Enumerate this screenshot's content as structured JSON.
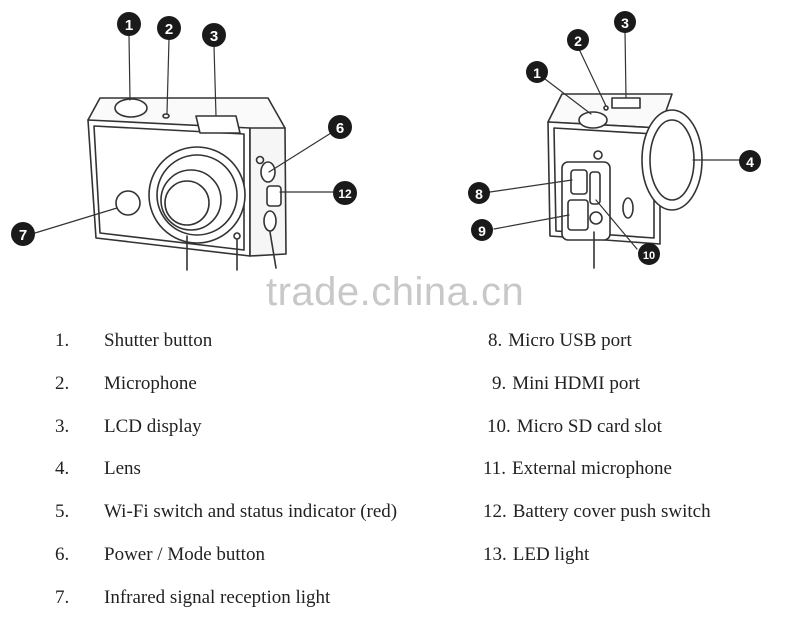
{
  "diagram": {
    "callouts": [
      "1",
      "2",
      "3",
      "4",
      "6",
      "7",
      "8",
      "9",
      "10",
      "12"
    ],
    "watermark": "trade.china.cn"
  },
  "legend": {
    "left": [
      {
        "num": "1.",
        "label": "Shutter button"
      },
      {
        "num": "2.",
        "label": "Microphone"
      },
      {
        "num": "3.",
        "label": "LCD display"
      },
      {
        "num": "4.",
        "label": "Lens"
      },
      {
        "num": "5.",
        "label": "Wi-Fi switch and status indicator (red)"
      },
      {
        "num": "6.",
        "label": "Power / Mode button"
      },
      {
        "num": "7.",
        "label": "Infrared signal reception light"
      }
    ],
    "right": [
      {
        "num": "8.",
        "label": "Micro USB port"
      },
      {
        "num": "9.",
        "label": "Mini HDMI port"
      },
      {
        "num": "10.",
        "label": "Micro SD card slot"
      },
      {
        "num": "11.",
        "label": "External microphone"
      },
      {
        "num": "12.",
        "label": "Battery cover push switch"
      },
      {
        "num": "13.",
        "label": "LED light"
      }
    ]
  },
  "colors": {
    "line": "#333333",
    "badge": "#1a1a1a",
    "watermark": "#c8c8c8"
  }
}
